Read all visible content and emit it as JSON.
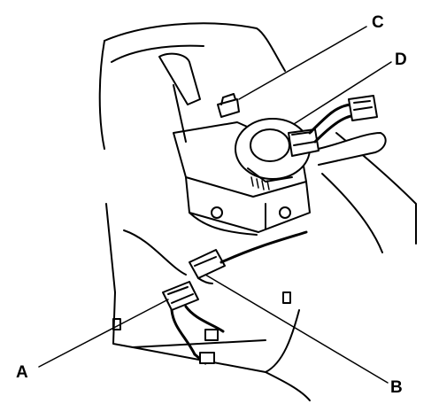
{
  "callouts": {
    "a": "A",
    "b": "B",
    "c": "C",
    "d": "D"
  },
  "colors": {
    "ink": "#000000",
    "paper": "#ffffff",
    "shade": "#d9d9d9"
  }
}
